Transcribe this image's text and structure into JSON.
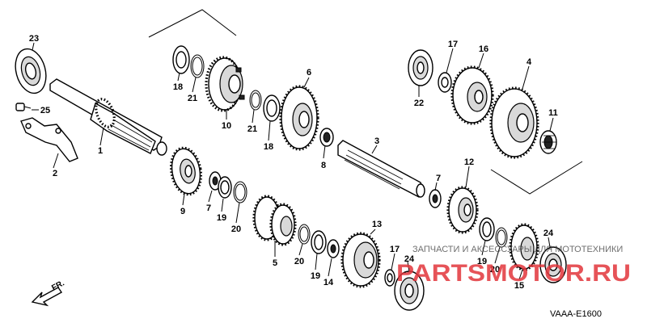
{
  "diagram": {
    "code": "VAAA-E1600",
    "direction_label": "FR.",
    "watermark": {
      "text": "ЗАПЧАСТИ И АКСЕССУАРЫ ДЛЯ МОТОТЕХНИКИ",
      "logo": "PARTSMOTOR.RU"
    },
    "labels": [
      "1",
      "2",
      "3",
      "4",
      "5",
      "6",
      "7",
      "7",
      "8",
      "9",
      "10",
      "11",
      "12",
      "13",
      "14",
      "15",
      "16",
      "17",
      "17",
      "18",
      "18",
      "19",
      "19",
      "19",
      "20",
      "20",
      "20",
      "21",
      "21",
      "22",
      "23",
      "24",
      "24",
      "25"
    ]
  }
}
